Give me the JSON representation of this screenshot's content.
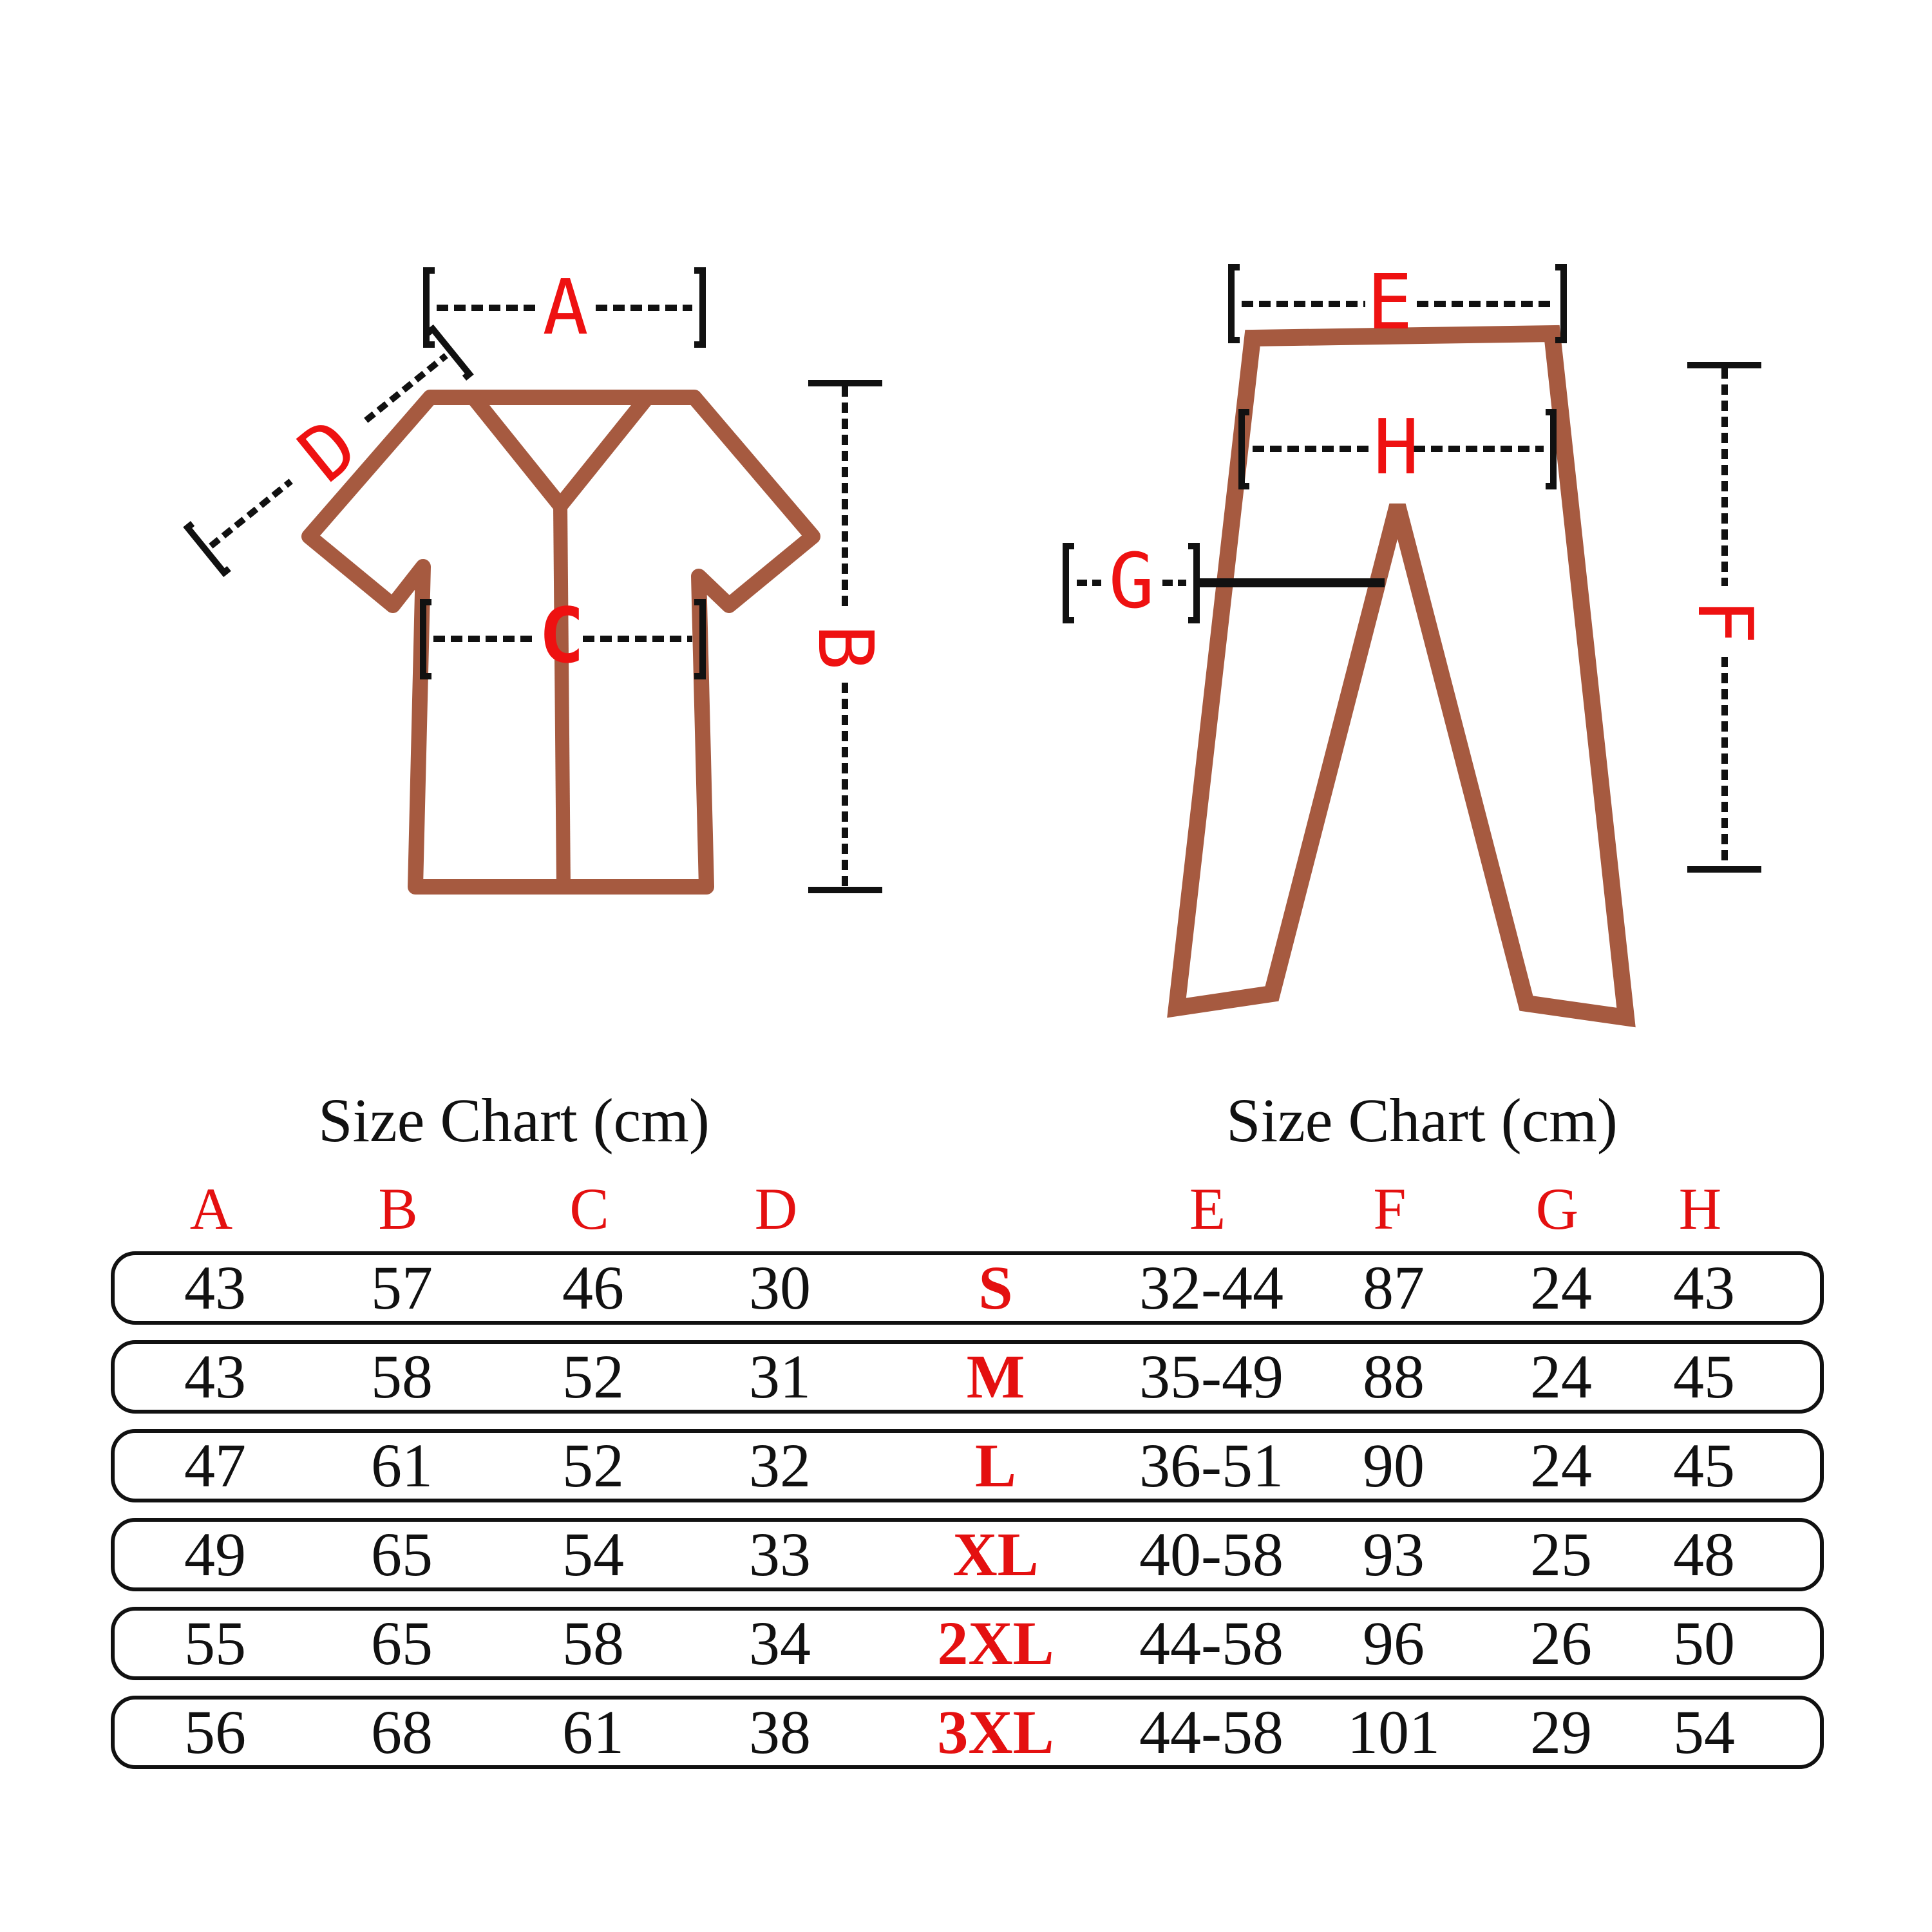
{
  "colors": {
    "garment_outline": "#a65a40",
    "label": "#ee1111",
    "neck_fill": "#808080",
    "line": "#111111"
  },
  "diagram": {
    "shirt_labels": {
      "a": "A",
      "b": "B",
      "c": "C",
      "d": "D"
    },
    "pants_labels": {
      "e": "E",
      "f": "F",
      "g": "G",
      "h": "H"
    }
  },
  "shirt_table": {
    "title": "Size Chart (cm)",
    "headers": [
      "A",
      "B",
      "C",
      "D"
    ]
  },
  "pants_table": {
    "title": "Size Chart (cm)",
    "headers": [
      "E",
      "F",
      "G",
      "H"
    ]
  },
  "rows": [
    {
      "size": "S",
      "a": "43",
      "b": "57",
      "c": "46",
      "d": "30",
      "e": "32-44",
      "f": "87",
      "g": "24",
      "h": "43"
    },
    {
      "size": "M",
      "a": "43",
      "b": "58",
      "c": "52",
      "d": "31",
      "e": "35-49",
      "f": "88",
      "g": "24",
      "h": "45"
    },
    {
      "size": "L",
      "a": "47",
      "b": "61",
      "c": "52",
      "d": "32",
      "e": "36-51",
      "f": "90",
      "g": "24",
      "h": "45"
    },
    {
      "size": "XL",
      "a": "49",
      "b": "65",
      "c": "54",
      "d": "33",
      "e": "40-58",
      "f": "93",
      "g": "25",
      "h": "48"
    },
    {
      "size": "2XL",
      "a": "55",
      "b": "65",
      "c": "58",
      "d": "34",
      "e": "44-58",
      "f": "96",
      "g": "26",
      "h": "50"
    },
    {
      "size": "3XL",
      "a": "56",
      "b": "68",
      "c": "61",
      "d": "38",
      "e": "44-58",
      "f": "101",
      "g": "29",
      "h": "54"
    }
  ]
}
